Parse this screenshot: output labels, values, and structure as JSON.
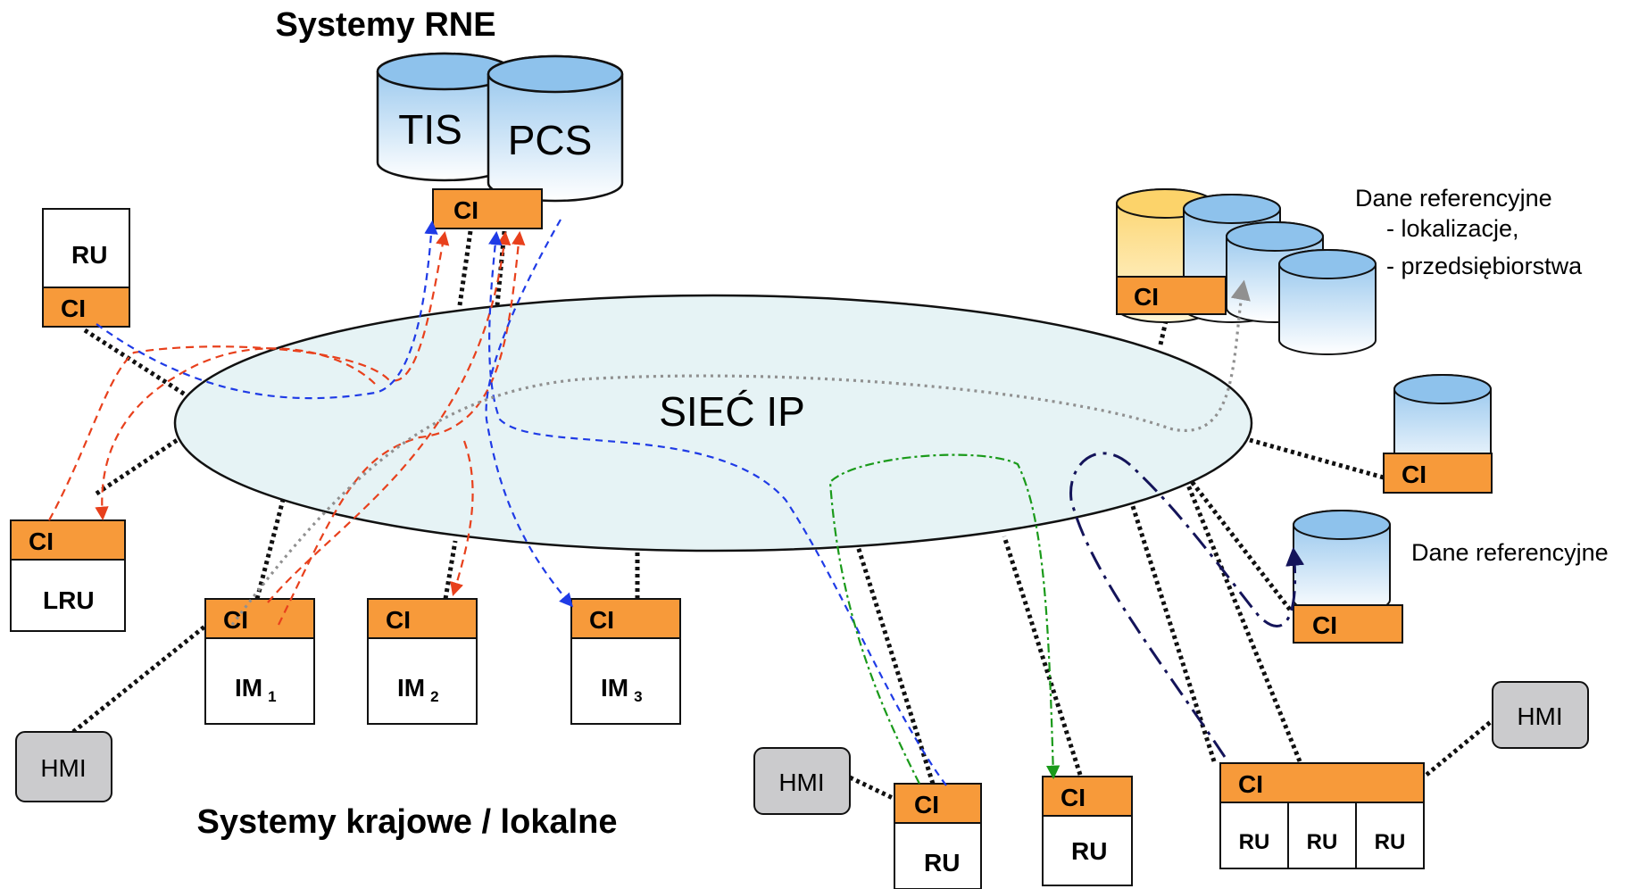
{
  "titles": {
    "rne": "Systemy RNE",
    "national": "Systemy krajowe / lokalne"
  },
  "network": {
    "label": "SIEĆ IP"
  },
  "rne_db": {
    "tis": "TIS",
    "pcs": "PCS",
    "ci": "CI"
  },
  "reference_data": {
    "heading": "Dane referencyjne",
    "item1": "- lokalizacje,",
    "item2": "- przedsiębiorstwa",
    "ci": "CI"
  },
  "reference_data_single": {
    "label": "Dane referencyjne",
    "ci": "CI"
  },
  "db_right_mid": {
    "ci": "CI"
  },
  "nodes": {
    "ru_top_left": {
      "name": "RU",
      "ci": "CI"
    },
    "lru": {
      "name": "LRU",
      "ci": "CI"
    },
    "im1": {
      "name": "IM",
      "sub": "1",
      "ci": "CI"
    },
    "im2": {
      "name": "IM",
      "sub": "2",
      "ci": "CI"
    },
    "im3": {
      "name": "IM",
      "sub": "3",
      "ci": "CI"
    },
    "ru_bottom_1": {
      "name": "RU",
      "ci": "CI"
    },
    "ru_bottom_2": {
      "name": "RU",
      "ci": "CI"
    },
    "ru_group": {
      "ci": "CI",
      "cells": [
        "RU",
        "RU",
        "RU"
      ]
    }
  },
  "hmi": {
    "left": "HMI",
    "bottom_mid": "HMI",
    "right": "HMI"
  },
  "colors": {
    "ci_orange": "#F79A3A",
    "network_fill": "#E6F3F5",
    "db_blue": "#8EC2EC",
    "db_yellow": "#FCD36A",
    "hmi_gray": "#CBCBCD",
    "flow_red": "#E8401C",
    "flow_blue": "#1F3BE6",
    "flow_green": "#1A9A1A",
    "flow_gray": "#909090",
    "flow_navy": "#14145A"
  }
}
